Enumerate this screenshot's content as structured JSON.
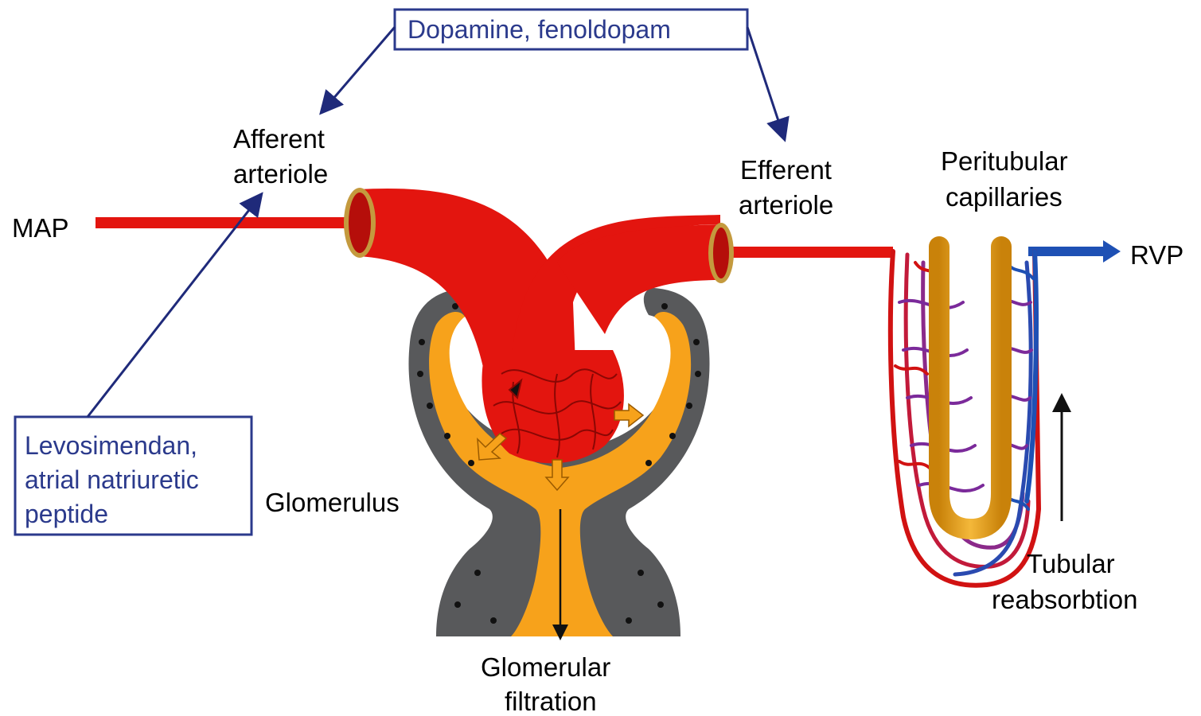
{
  "labels": {
    "map": "MAP",
    "rvp": "RVP",
    "afferent_line1": "Afferent",
    "afferent_line2": "arteriole",
    "efferent_line1": "Efferent",
    "efferent_line2": "arteriole",
    "peritubular_line1": "Peritubular",
    "peritubular_line2": "capillaries",
    "glomerulus": "Glomerulus",
    "glomerular_filtration_line1": "Glomerular",
    "glomerular_filtration_line2": "filtration",
    "tubular_line1": "Tubular",
    "tubular_line2": "reabsorbtion"
  },
  "drug_boxes": {
    "top": "Dopamine, fenoldopam",
    "left_line1": "Levosimendan,",
    "left_line2": "atrial natriuretic",
    "left_line3": "peptide"
  },
  "colors": {
    "arterial_red": "#e3150f",
    "venous_blue": "#1e50b4",
    "mixed_purple": "#6a2a9a",
    "bowman_space_orange": "#f7a21b",
    "tissue_gray": "#58595b",
    "drug_text_navy": "#2b3a8c"
  }
}
